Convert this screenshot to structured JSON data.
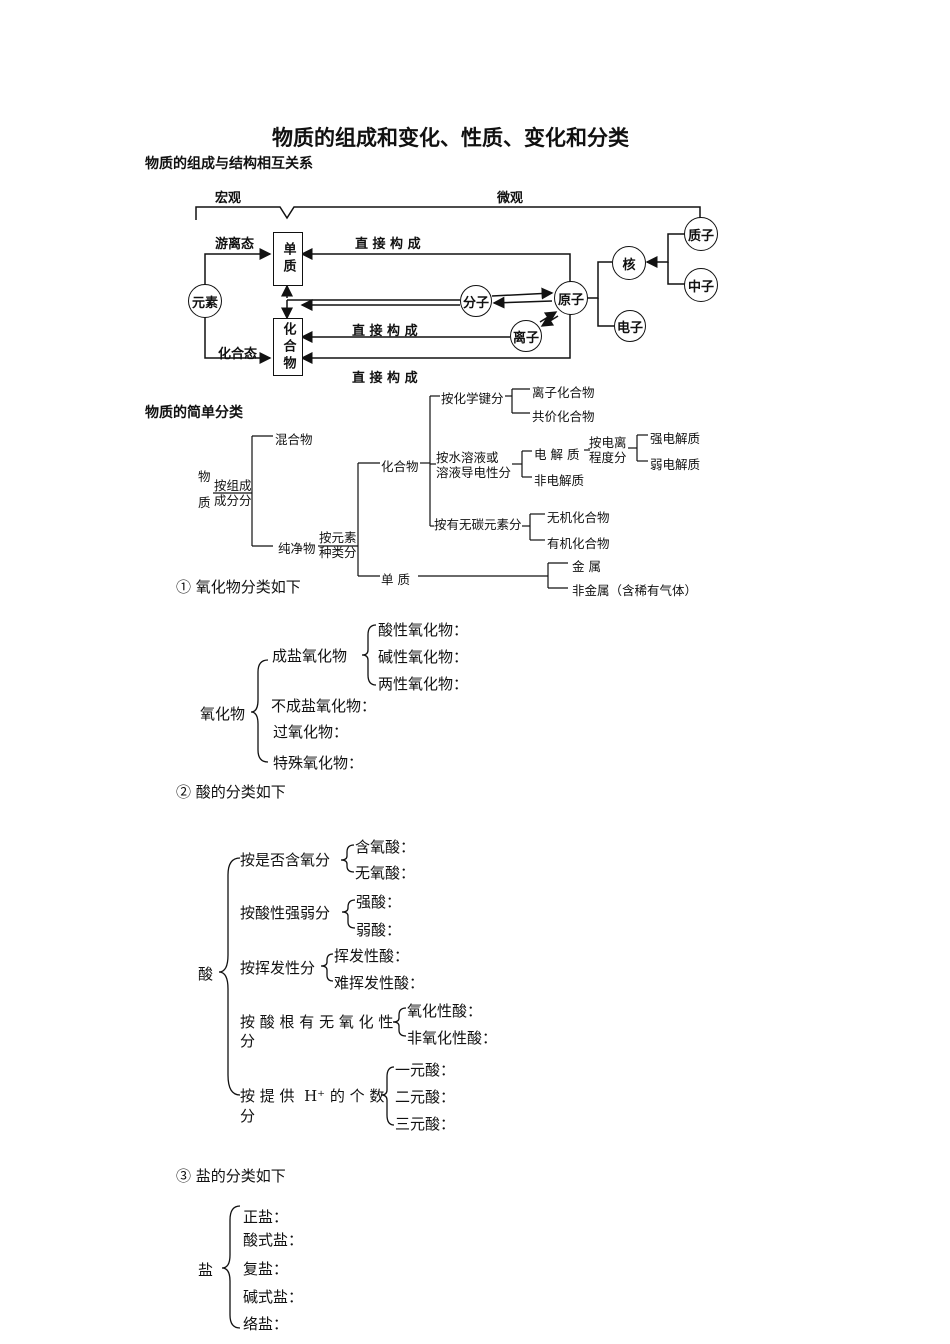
{
  "title": "物质的组成和变化、性质、变化和分类",
  "section1": {
    "heading": "物质的组成与结构相互关系",
    "macro": "宏观",
    "micro": "微观",
    "free_state": "游离态",
    "combined_state": "化合态",
    "element": "元素",
    "simple_substance": "单质",
    "compound": "化合物",
    "molecule": "分子",
    "atom": "原子",
    "ion": "离子",
    "nucleus": "核",
    "proton": "质子",
    "neutron": "中子",
    "electron": "电子",
    "direct1": "直 接 构 成",
    "direct2": "直 接 构 成",
    "direct3": "直 接 构 成"
  },
  "section2": {
    "heading": "物质的简单分类",
    "substance": "物\n\n质",
    "by_composition": "按组成\n成分分",
    "mixture": "混合物",
    "pure": "纯净物",
    "by_element": "按元素\n种类分",
    "compound": "化合物",
    "simple": "单  质",
    "by_bond": "按化学键分",
    "ionic": "离子化合物",
    "covalent": "共价化合物",
    "by_solution": "按水溶液或\n溶液导电性分",
    "electrolyte": "电  解  质",
    "nonelectrolyte": "非电解质",
    "by_ionization": "按电离\n程度分",
    "strong_el": "强电解质",
    "weak_el": "弱电解质",
    "by_carbon": "按有无碳元素分",
    "inorganic": "无机化合物",
    "organic": "有机化合物",
    "metal": "金    属",
    "nonmetal": "非金属（含稀有气体）"
  },
  "oxides": {
    "caption": "① 氧化物分类如下",
    "root": "氧化物",
    "salt_forming": "成盐氧化物",
    "acidic": "酸性氧化物：",
    "basic": "碱性氧化物：",
    "amphoteric": "两性氧化物：",
    "non_salt": "不成盐氧化物：",
    "peroxide": "过氧化物：",
    "special": "特殊氧化物："
  },
  "acids": {
    "caption": "② 酸的分类如下",
    "root": "酸",
    "by_oxygen": "按是否含氧分",
    "oxy": "含氧酸：",
    "non_oxy": "无氧酸：",
    "by_strength": "按酸性强弱分",
    "strong": "强酸：",
    "weak": "弱酸：",
    "by_volatility": "按挥发性分",
    "volatile": "挥发性酸：",
    "nonvolatile": "难挥发性酸：",
    "by_oxidizing": "按 酸 根 有 无 氧 化 性\n分",
    "oxidizing": "氧化性酸：",
    "nonoxidizing": "非氧化性酸：",
    "by_h": "按 提 供  H⁺ 的 个 数\n分",
    "mono": "一元酸：",
    "di": "二元酸：",
    "tri": "三元酸："
  },
  "salts": {
    "caption": "③ 盐的分类如下",
    "root": "盐",
    "normal": "正盐：",
    "acid": "酸式盐：",
    "double": "复盐：",
    "basic": "碱式盐：",
    "complex": "络盐："
  }
}
